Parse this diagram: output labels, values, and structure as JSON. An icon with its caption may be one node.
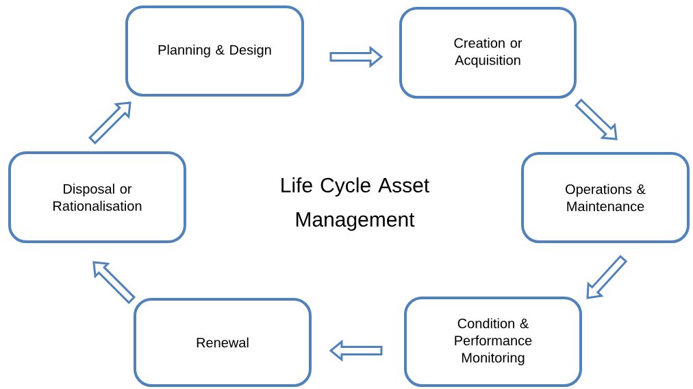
{
  "diagram": {
    "nodes": [
      {
        "text": [
          "Planning & Design"
        ]
      },
      {
        "text": [
          "Creation or Acquisition"
        ]
      },
      {
        "text": [
          "Operations & Maintenance"
        ]
      },
      {
        "text": [
          "Condition & Performance Monitoring"
        ]
      },
      {
        "text": [
          "Renewal"
        ]
      },
      {
        "text": [
          "Disposal or Rationalisation"
        ]
      }
    ],
    "edges": [
      {
        "from": 0,
        "to": 1,
        "arrow": "to"
      },
      {
        "from": 1,
        "to": 2,
        "arrow": "to"
      },
      {
        "from": 2,
        "to": 3,
        "arrow": "to"
      },
      {
        "from": 3,
        "to": 4,
        "arrow": "to"
      },
      {
        "from": 4,
        "to": 5,
        "arrow": "to"
      },
      {
        "from": 5,
        "to": 0,
        "arrow": "to"
      }
    ],
    "labels": [
      "Life Cycle Asset Management"
    ]
  }
}
